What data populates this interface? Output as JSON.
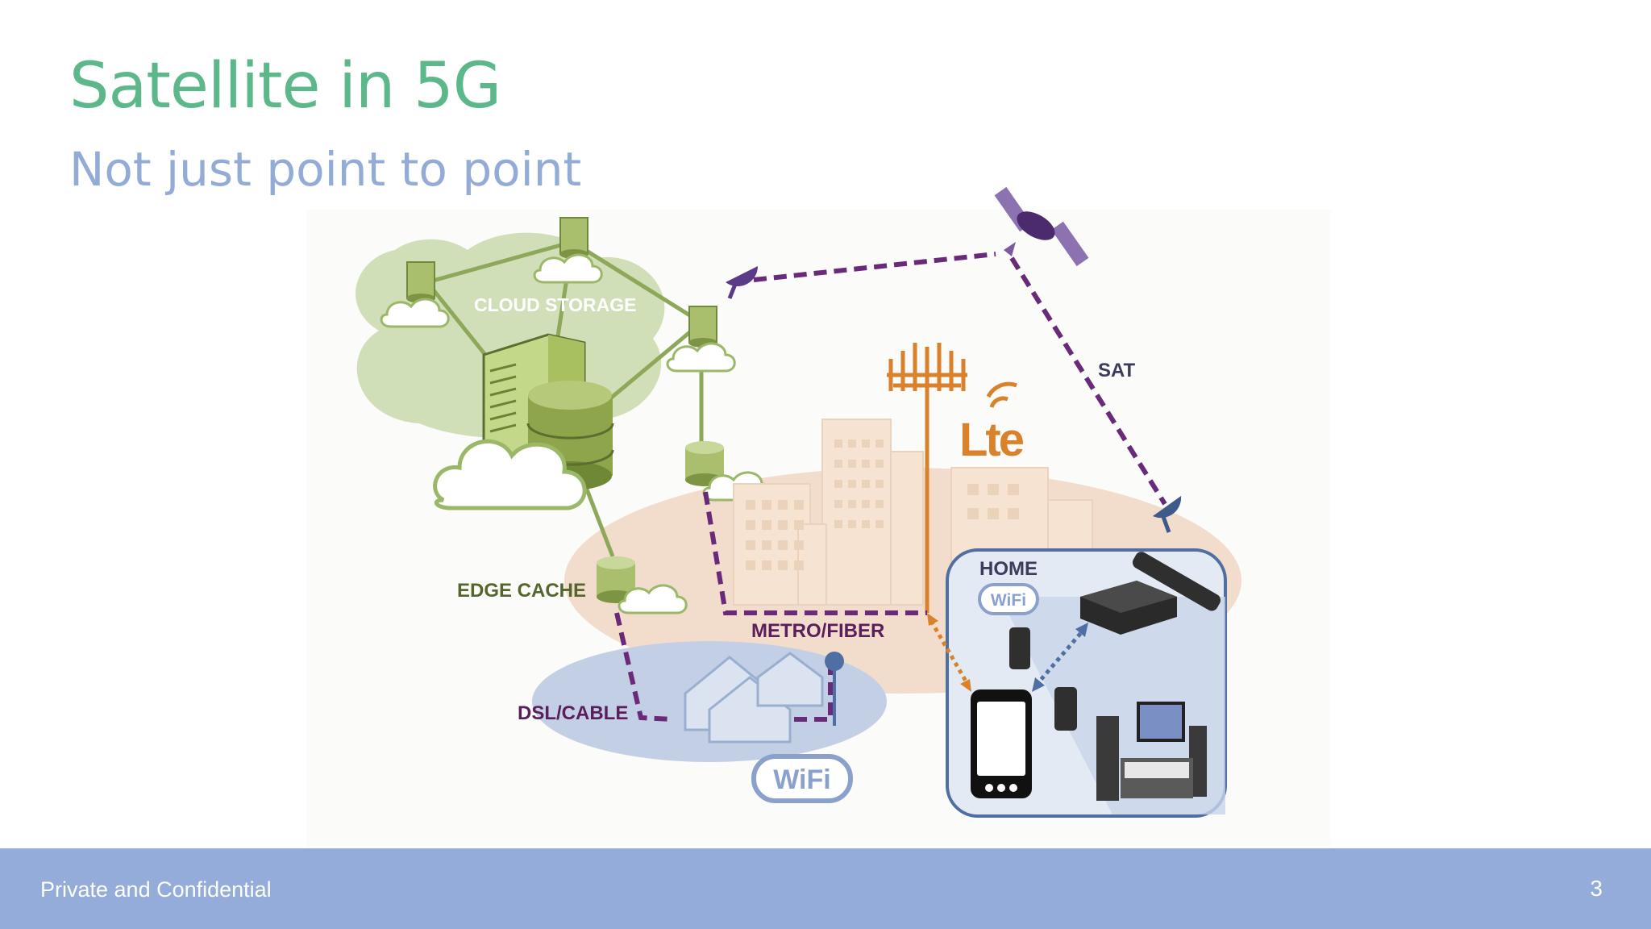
{
  "slide": {
    "title": "Satellite in 5G",
    "subtitle": "Not just point to point"
  },
  "diagram": {
    "labels": {
      "cloud_storage": "CLOUD STORAGE",
      "edge_cache": "EDGE CACHE",
      "dsl_cable": "DSL/CABLE",
      "metro_fiber": "METRO/FIBER",
      "sat": "SAT",
      "home": "HOME",
      "lte": "Lte",
      "wifi_small": "WiFi",
      "wifi_large": "WiFi"
    },
    "colors": {
      "green": "#9bb868",
      "purple": "#6a2a7a",
      "orange": "#d9822b",
      "blue": "#4f6fa3",
      "peach": "#f3dcc8"
    }
  },
  "footer": {
    "text": "Private and Confidential",
    "page_number": "3"
  }
}
